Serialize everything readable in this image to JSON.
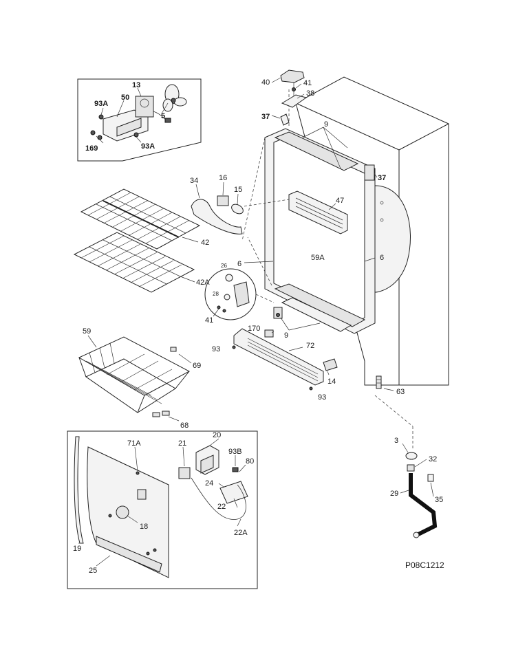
{
  "diagram_code": "P08C1212",
  "labels": {
    "l40": "40",
    "l41a": "41",
    "l38": "38",
    "l37a": "37",
    "l37b": "37",
    "l9a": "9",
    "l9b": "9",
    "l13": "13",
    "l50": "50",
    "l93a1": "93A",
    "l5": "5",
    "l169": "169",
    "l93a2": "93A",
    "l34": "34",
    "l16": "16",
    "l15": "15",
    "l47": "47",
    "l42": "42",
    "l42a": "42A",
    "l6a": "6",
    "l6b": "6",
    "l59a": "59A",
    "l26": "26",
    "l28": "28",
    "l41b": "41",
    "l170": "170",
    "l72": "72",
    "l93b": "93",
    "l93c": "93",
    "l14": "14",
    "l59": "59",
    "l69": "69",
    "l68": "68",
    "l63": "63",
    "l3": "3",
    "l32": "32",
    "l29": "29",
    "l35": "35",
    "l71a": "71A",
    "l21": "21",
    "l20": "20",
    "l93b2": "93B",
    "l80": "80",
    "l24": "24",
    "l22": "22",
    "l18": "18",
    "l22a": "22A",
    "l19": "19",
    "l25": "25"
  }
}
